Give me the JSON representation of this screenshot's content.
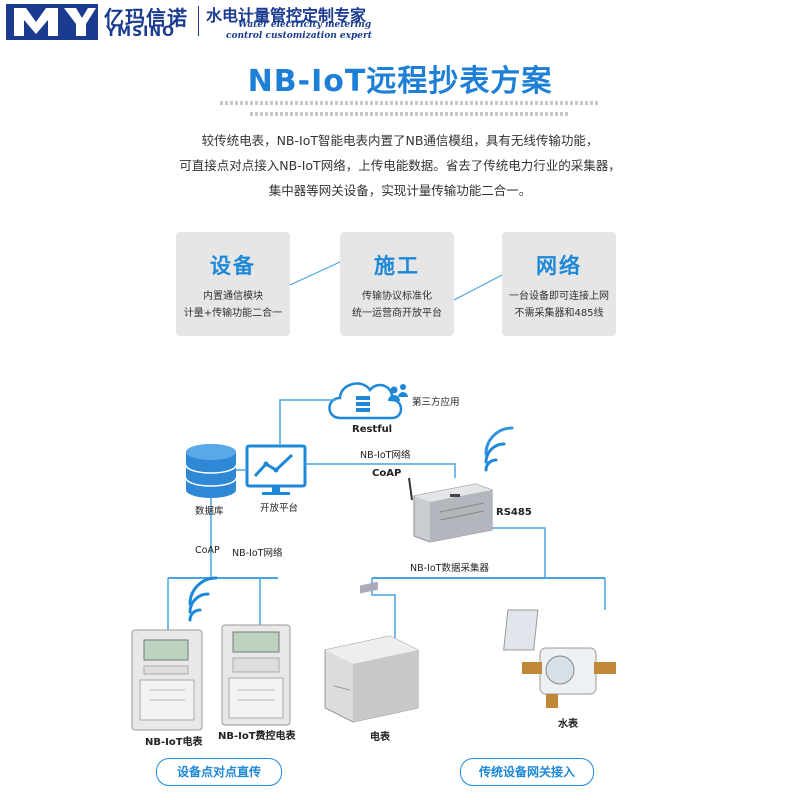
{
  "header": {
    "brand_cn": "亿玛信诺",
    "brand_en": "YMSINO",
    "slogan_cn": "水电计量管控定制专家",
    "slogan_en_line1": "Water electricity metering",
    "slogan_en_line2": "control customization expert"
  },
  "title": "NB-IoT远程抄表方案",
  "intro": {
    "line1": "较传统电表，NB-IoT智能电表内置了NB通信模组，具有无线传输功能，",
    "line2": "可直接点对点接入NB-IoT网络，上传电能数据。省去了传统电力行业的采集器，",
    "line3": "集中器等网关设备，实现计量传输功能二合一。"
  },
  "cards": [
    {
      "title": "设备",
      "desc1": "内置通信模块",
      "desc2": "计量+传输功能二合一"
    },
    {
      "title": "施工",
      "desc1": "传输协议标准化",
      "desc2": "统一运营商开放平台"
    },
    {
      "title": "网络",
      "desc1": "一台设备即可连接上网",
      "desc2": "不需采集器和485线"
    }
  ],
  "diagram": {
    "third_party": "第三方应用",
    "restful": "Restful",
    "database": "数据库",
    "open_platform": "开放平台",
    "nbiot_network_top": "NB-IoT网络",
    "coap_top": "CoAP",
    "rs485": "RS485",
    "collector": "NB-IoT数据采集器",
    "coap_left": "CoAP",
    "nbiot_network_left": "NB-IoT网络",
    "meter1": "NB-IoT电表",
    "meter2": "NB-IoT费控电表",
    "elec_meter": "电表",
    "water_meter": "水表"
  },
  "buttons": {
    "left": "设备点对点直传",
    "right": "传统设备网关接入"
  },
  "colors": {
    "brand": "#1a3b8f",
    "accent": "#1e88d8",
    "line": "#4aa3e0",
    "card_bg": "#e6e6e6"
  }
}
